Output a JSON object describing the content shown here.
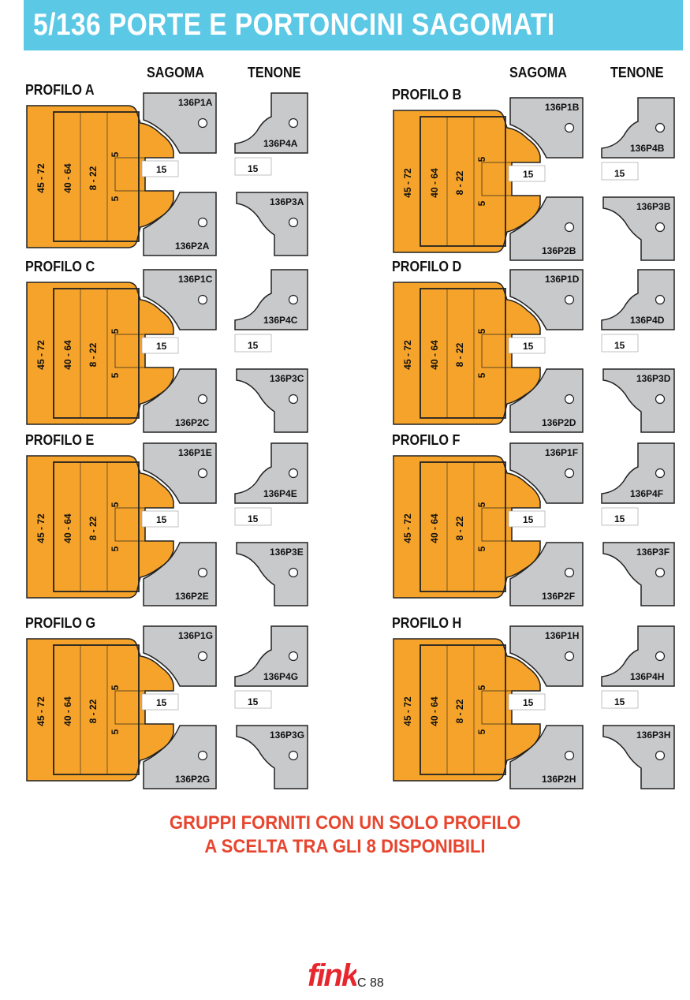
{
  "header": {
    "title": "5/136 PORTE E PORTONCINI SAGOMATI"
  },
  "columns": {
    "sagoma": "SAGOMA",
    "tenone": "TENONE"
  },
  "dims": {
    "outer": "45 - 72",
    "mid": "40 - 64",
    "inner": "8 - 22",
    "five": "5",
    "fifteen": "15"
  },
  "profiles": [
    {
      "label": "PROFILO A",
      "codes": [
        "136P1A",
        "136P2A",
        "136P4A",
        "136P3A"
      ]
    },
    {
      "label": "PROFILO B",
      "codes": [
        "136P1B",
        "136P2B",
        "136P4B",
        "136P3B"
      ]
    },
    {
      "label": "PROFILO C",
      "codes": [
        "136P1C",
        "136P2C",
        "136P4C",
        "136P3C"
      ]
    },
    {
      "label": "PROFILO D",
      "codes": [
        "136P1D",
        "136P2D",
        "136P4D",
        "136P3D"
      ]
    },
    {
      "label": "PROFILO E",
      "codes": [
        "136P1E",
        "136P2E",
        "136P4E",
        "136P3E"
      ]
    },
    {
      "label": "PROFILO F",
      "codes": [
        "136P1F",
        "136P2F",
        "136P4F",
        "136P3F"
      ]
    },
    {
      "label": "PROFILO G",
      "codes": [
        "136P1G",
        "136P2G",
        "136P4G",
        "136P3G"
      ]
    },
    {
      "label": "PROFILO H",
      "codes": [
        "136P1H",
        "136P2H",
        "136P4H",
        "136P3H"
      ]
    }
  ],
  "note": {
    "line1": "GRUPPI FORNITI CON UN SOLO PROFILO",
    "line2": "A SCELTA TRA GLI 8 DISPONIBILI"
  },
  "footer": {
    "brand": "fink",
    "page": "C 88"
  },
  "colors": {
    "banner": "#5bc8e6",
    "wood": "#f5a32a",
    "cutter": "#c8c9cb",
    "note": "#e8452e",
    "logo": "#e8262e"
  }
}
